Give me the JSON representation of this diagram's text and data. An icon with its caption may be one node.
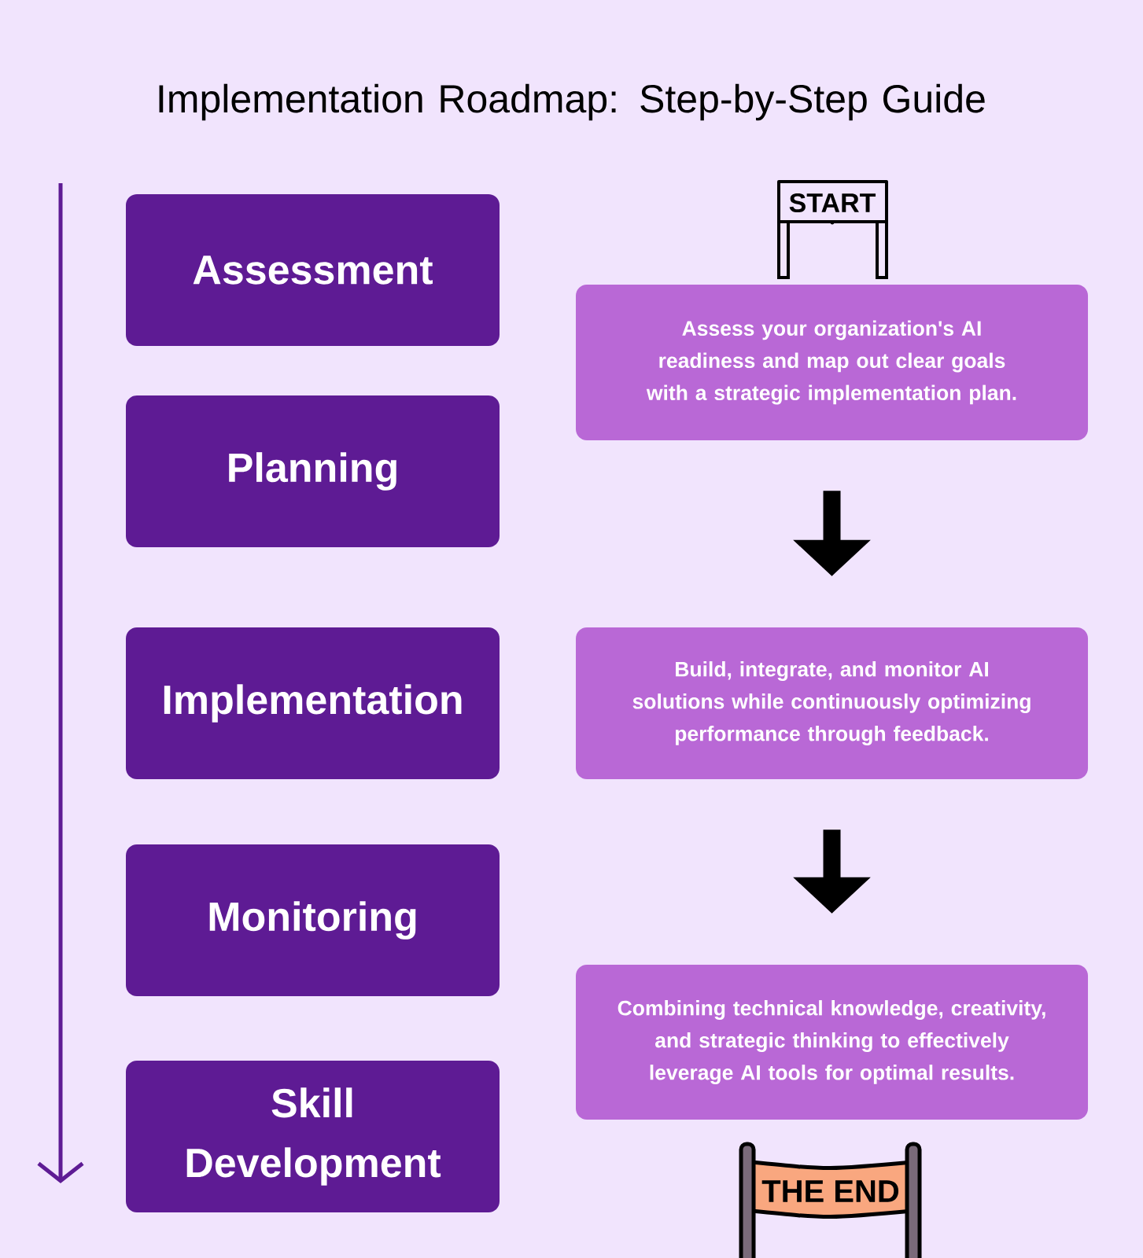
{
  "diagram": {
    "title": "Implementation Roadmap: Step-by-Step Guide",
    "nodes": [
      {
        "text": [
          "Assessment"
        ]
      },
      {
        "text": [
          "Planning"
        ]
      },
      {
        "text": [
          "Implementation"
        ]
      },
      {
        "text": [
          "Monitoring"
        ]
      },
      {
        "text": [
          "Skill Development"
        ]
      },
      {
        "text": [
          "Assess your organization's AI readiness and map out clear goals with a strategic implementation plan."
        ]
      },
      {
        "text": [
          "Build, integrate, and monitor AI solutions while continuously optimizing performance through feedback."
        ]
      },
      {
        "text": [
          "Combining technical knowledge, creativity, and strategic thinking to effectively leverage AI tools for optimal results."
        ]
      }
    ],
    "edges": [
      {
        "from": 5,
        "to": 6,
        "arrow": "to"
      },
      {
        "from": 6,
        "to": 7,
        "arrow": "to"
      }
    ],
    "labels": [
      "START",
      "THE END"
    ]
  }
}
